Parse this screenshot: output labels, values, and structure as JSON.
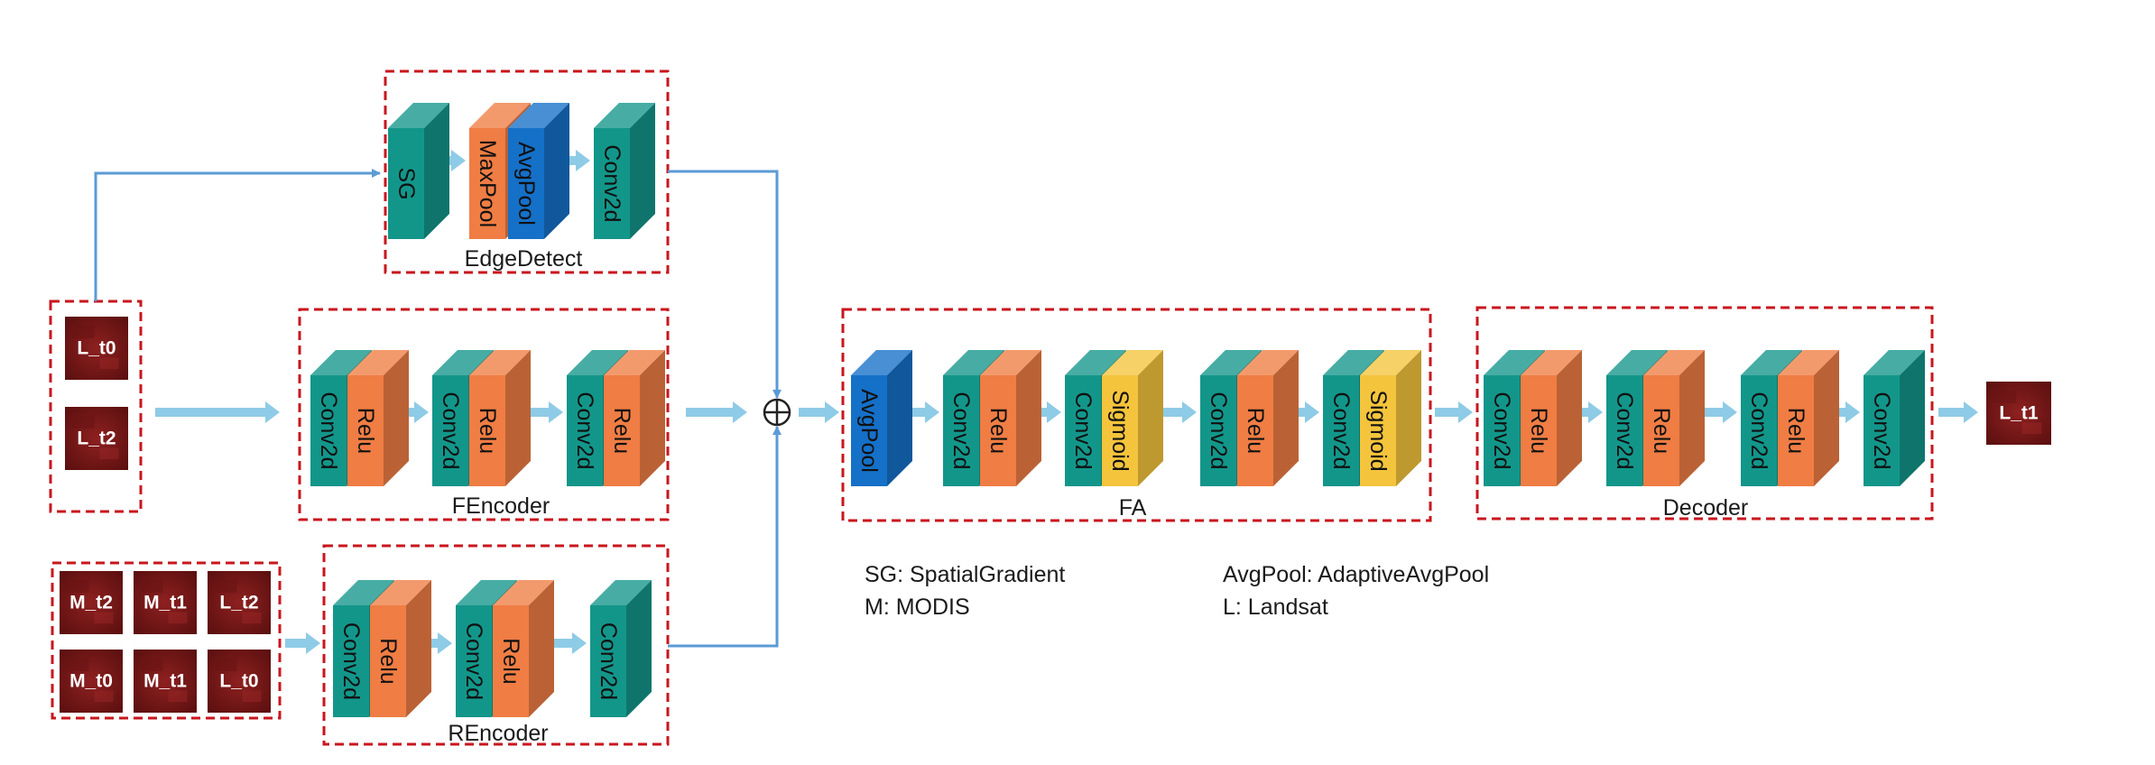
{
  "groups": {
    "edge_detect": "EdgeDetect",
    "fencoder": "FEncoder",
    "rencoder": "REncoder",
    "fa": "FA",
    "decoder": "Decoder"
  },
  "blocks": {
    "edge_sg": "SG",
    "edge_maxpool": "MaxPool",
    "edge_avgpool": "AvgPool",
    "edge_conv": "Conv2d",
    "fenc_conv1": "Conv2d",
    "fenc_relu1": "Relu",
    "fenc_conv2": "Conv2d",
    "fenc_relu2": "Relu",
    "fenc_conv3": "Conv2d",
    "fenc_relu3": "Relu",
    "renc_conv1": "Conv2d",
    "renc_relu1": "Relu",
    "renc_conv2": "Conv2d",
    "renc_relu2": "Relu",
    "renc_conv3": "Conv2d",
    "fa_avgpool": "AvgPool",
    "fa_conv1": "Conv2d",
    "fa_relu1": "Relu",
    "fa_conv2": "Conv2d",
    "fa_sigmoid1": "Sigmoid",
    "fa_conv3": "Conv2d",
    "fa_relu2": "Relu",
    "fa_conv4": "Conv2d",
    "fa_sigmoid2": "Sigmoid",
    "dec_conv1": "Conv2d",
    "dec_relu1": "Relu",
    "dec_conv2": "Conv2d",
    "dec_relu2": "Relu",
    "dec_conv3": "Conv2d",
    "dec_relu3": "Relu",
    "dec_conv4": "Conv2d"
  },
  "tiles": {
    "landsat_t0": "L_t0",
    "landsat_t2": "L_t2",
    "modis_m_t2": "M_t2",
    "modis_m_t1": "M_t1",
    "modis_l_t2": "L_t2",
    "modis_m_t0": "M_t0",
    "modis_m_t1b": "M_t1",
    "modis_l_t0": "L_t0",
    "output": "L_t1"
  },
  "legend": {
    "sg": "SG: SpatialGradient",
    "m": "M: MODIS",
    "avgpool": "AvgPool: AdaptiveAvgPool",
    "l": "L: Landsat"
  },
  "operators": {
    "sum": "⊕"
  },
  "colors": {
    "conv": "#13968a",
    "relu": "#ef7d44",
    "avgpool": "#1570c8",
    "sigmoid": "#f4c43c",
    "group_border": "#c8161e",
    "arrow": "#8ecbe6",
    "line": "#5b9bd5",
    "tile": "#7a1616"
  }
}
